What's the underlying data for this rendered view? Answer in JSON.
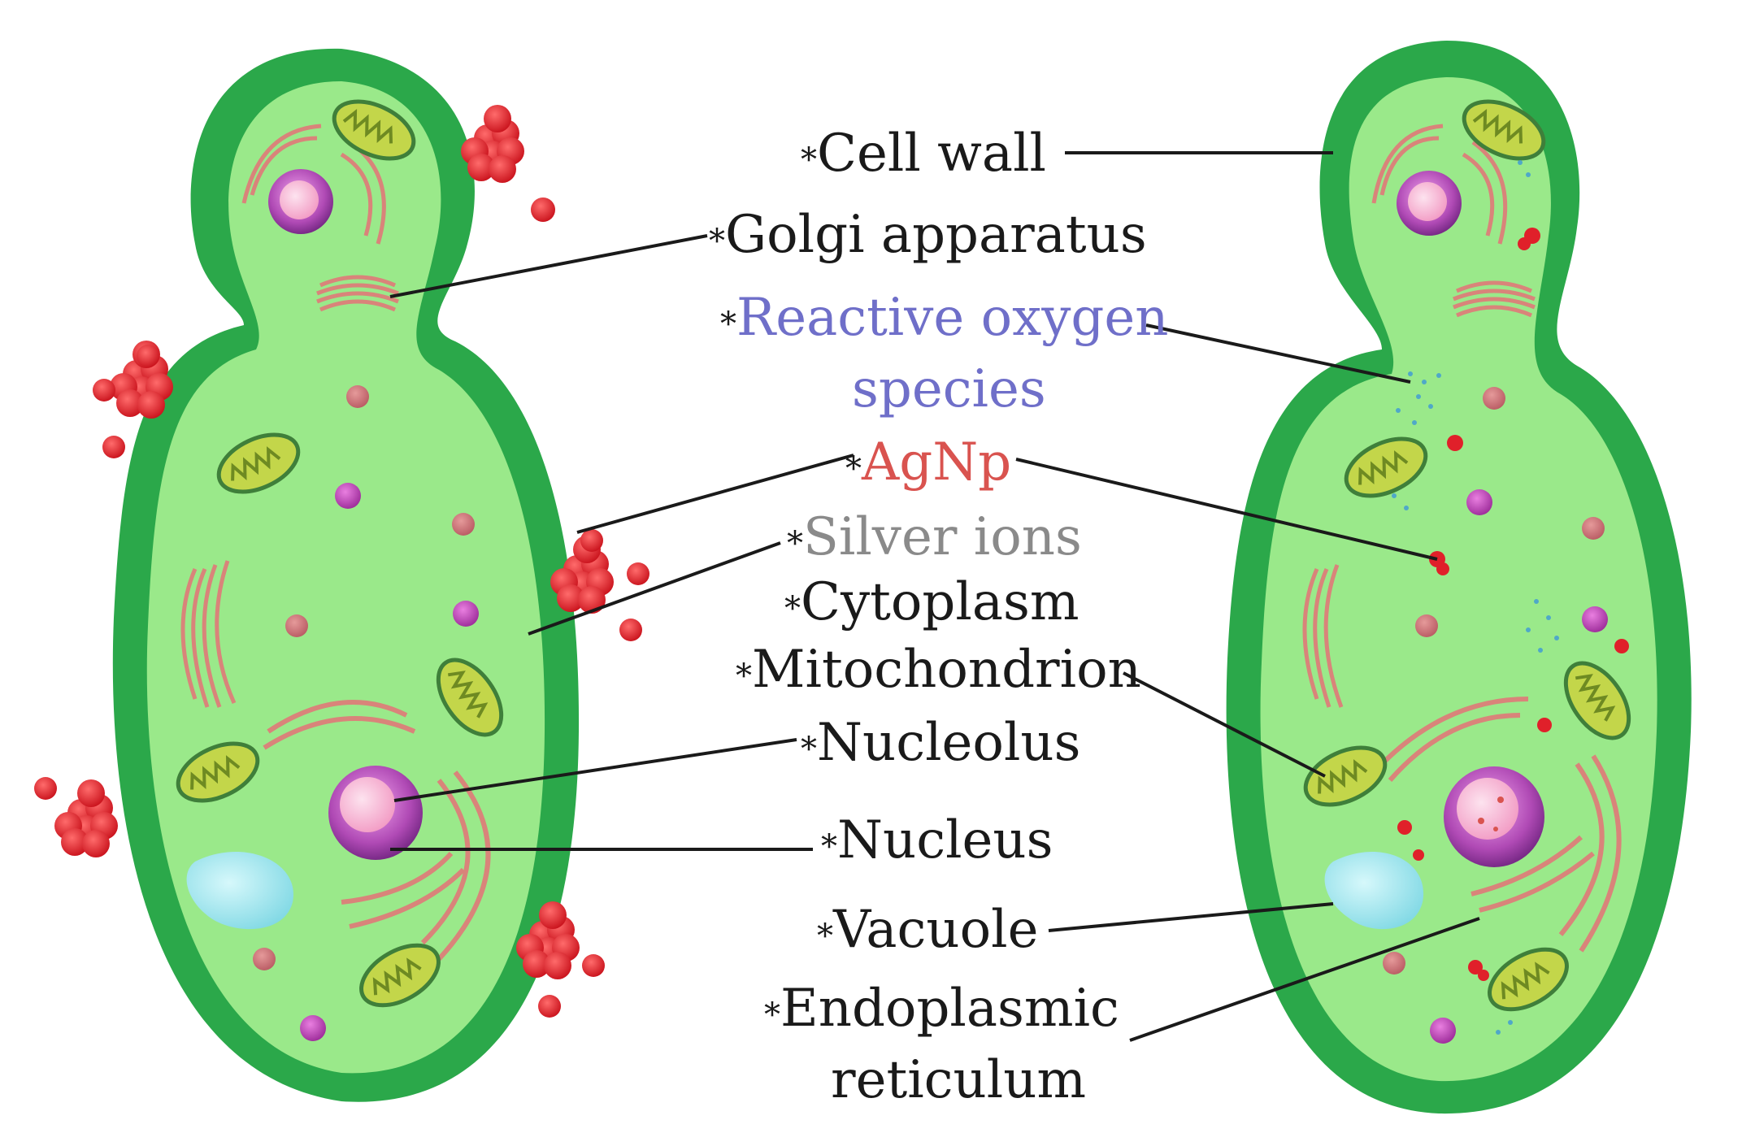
{
  "labels": {
    "cell_wall": "Cell wall",
    "golgi": "Golgi apparatus",
    "ros_line1": "Reactive oxygen",
    "ros_line2": "species",
    "agnp": "AgNp",
    "silver_ions": "Silver ions",
    "cytoplasm": "Cytoplasm",
    "mitochondrion": "Mitochondrion",
    "nucleolus": "Nucleolus",
    "nucleus": "Nucleus",
    "vacuole": "Vacuole",
    "er_line1": "Endoplasmic",
    "er_line2": "reticulum"
  },
  "bullet": "*",
  "colors": {
    "cell_wall": "#2ba84a",
    "cytoplasm": "#9ae98a",
    "label_default": "#1a1a1a",
    "label_ros": "#6f6fc9",
    "label_agnp": "#d9534f",
    "label_silver_ions": "#8a8a8a",
    "agnp_particle": "#e0202a",
    "nucleus": "#a23ca8",
    "vacuole": "#8fe3ec",
    "mitochondrion": "#c3d64a",
    "golgi": "#d98a7a"
  }
}
